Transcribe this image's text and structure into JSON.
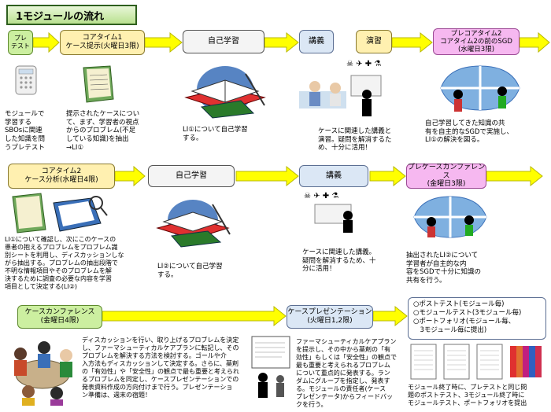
{
  "title": "1モジュールの流れ",
  "row1": {
    "pretest_box": "プレ\nテスト",
    "coretime1_box": "コアタイム1\nケース提示(火曜日3限)",
    "selfstudy1_box": "自己学習",
    "lecture1_box": "講義",
    "exercise_box": "演習",
    "precore2_box": "プレコアタイム2\nコアタイム2の前のSGD\n(水曜日3限)",
    "pretest_text": "モジュールで\n学習する\nSBOsに関連\nした知識を問\nうプレテスト",
    "coretime1_text": "提示されたケースについ\nて、まず、学習者の視点\nからのプロブレム(不足\nしている知識)を抽出\n→LI①",
    "selfstudy1_text": "LI①について自己学習\nする。",
    "lecture1_text": "ケースに関連した講義と\n演習。疑問を解消するた\nめ、十分に活用！",
    "precore2_text": "自己学習してきた知識の共\n有を自主的なSGDで実施し、\nLI①の解決を図る。"
  },
  "row2": {
    "coretime2_box": "コアタイム2\nケース分析(水曜日4限)",
    "selfstudy2_box": "自己学習",
    "lecture2_box": "講義",
    "precase_box": "プレケースカンファレンス\n(金曜日3限)",
    "coretime2_text": "LI①について確認し、次にこのケースの\n患者の抱えるプロブレムをプロブレム識\n別シートを利用し、ディスカッションしな\nがら抽出する。プロブレムの抽出段階で\n不明な情報項目やそのプロブレムを解\n決するために調査の必要な内容を学習\n項目として決定する(LI②)",
    "selfstudy2_text": "LI②について自己学習\nする。",
    "lecture2_text": "ケースに関連した講義。\n疑問を解消するため、十\n分に活用！",
    "precase_text": "抽出されたLI②について\n学習者が自主的な内\n容をSGDで十分に知識の\n共有を行う。"
  },
  "row3": {
    "casecon_box": "ケースカンファレンス\n(金曜日4限)",
    "casepres_box": "ケースプレゼンテーション\n(火曜日1,2限)",
    "casecon_text": "ディスカッションを行い、取り上げるプロブレムを決定\nし、ファーマシューティカルケアプランに転記し、その\nプロブレムを解決する方法を検討する。ゴールや介\n入方法もディスカッションして決定する。さらに、薬剤\nの「有効性」や「安全性」の観点で最も重要と考えられ\nるプロブレムを同定し、ケースプレゼンテーションでの\n発表資料作成の方向付けまで行う。プレゼンテーショ\nン準備は、週末の宿題！",
    "casepres_text": "ファーマシューティカルケアプラン\nを提示し、その中から薬剤の「有\n効性」もしくは「安全性」の観点で\n最も重要と考えられるプロブレム\nについて重点的に発表する。ラン\nダムにグループを指定し、発表す\nる。モジュールの責任者(ケース\nプレゼンテータ)からフィードバッ\nクを行う。",
    "checklist": [
      "○ポストテスト(モジュール毎)",
      "○モジュールテスト(3モジュール毎)",
      "○ポートフォリオ(モジュール毎、",
      "　3モジュール毎に提出)"
    ],
    "final_text": "モジュール終了時に、プレテストと同じ問\n題のポストテスト、3モジュール終了時に\nモジュールテスト、ポートフォリオを提出"
  },
  "icons": {
    "lecture_icons": [
      "skull-icon",
      "bird-icon",
      "doctor-icon",
      "pill-icon"
    ]
  },
  "colors": {
    "arrow": "#ffff00",
    "arrow_border": "#b8b800",
    "yellow_box": "#fff0b0",
    "green_box": "#ccefa0",
    "pink_box": "#f6b8f0",
    "title_green": "#b9e08f"
  }
}
